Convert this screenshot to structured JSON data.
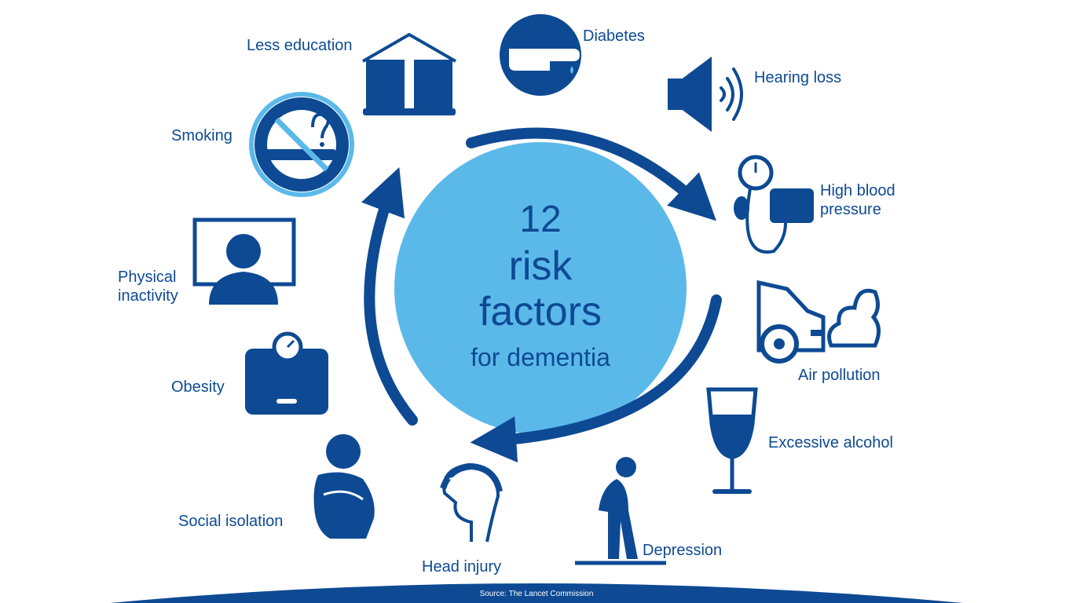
{
  "colors": {
    "dark_blue": "#0d4a93",
    "light_blue": "#5bb9ea",
    "white": "#ffffff"
  },
  "center": {
    "line1": "12",
    "line2": "risk",
    "line3": "factors",
    "line4": "for dementia"
  },
  "factors": [
    {
      "label": "Less education",
      "icon": "open-book-icon"
    },
    {
      "label": "Diabetes",
      "icon": "diabetes-finger-prick-icon"
    },
    {
      "label": "Hearing loss",
      "icon": "speaker-icon"
    },
    {
      "label_line1": "High blood",
      "label_line2": "pressure",
      "icon": "blood-pressure-gauge-icon"
    },
    {
      "label": "Air pollution",
      "icon": "car-exhaust-icon"
    },
    {
      "label": "Excessive alcohol",
      "icon": "wine-glass-icon"
    },
    {
      "label": "Depression",
      "icon": "slumped-person-icon"
    },
    {
      "label": "Head injury",
      "icon": "bandaged-head-icon"
    },
    {
      "label": "Social isolation",
      "icon": "sitting-person-icon"
    },
    {
      "label": "Obesity",
      "icon": "weighing-scale-icon"
    },
    {
      "label_line1": "Physical",
      "label_line2": "inactivity",
      "icon": "person-at-screen-icon"
    },
    {
      "label": "Smoking",
      "icon": "no-smoking-icon"
    }
  ],
  "footer": {
    "source": "Source: The Lancet Commission"
  }
}
